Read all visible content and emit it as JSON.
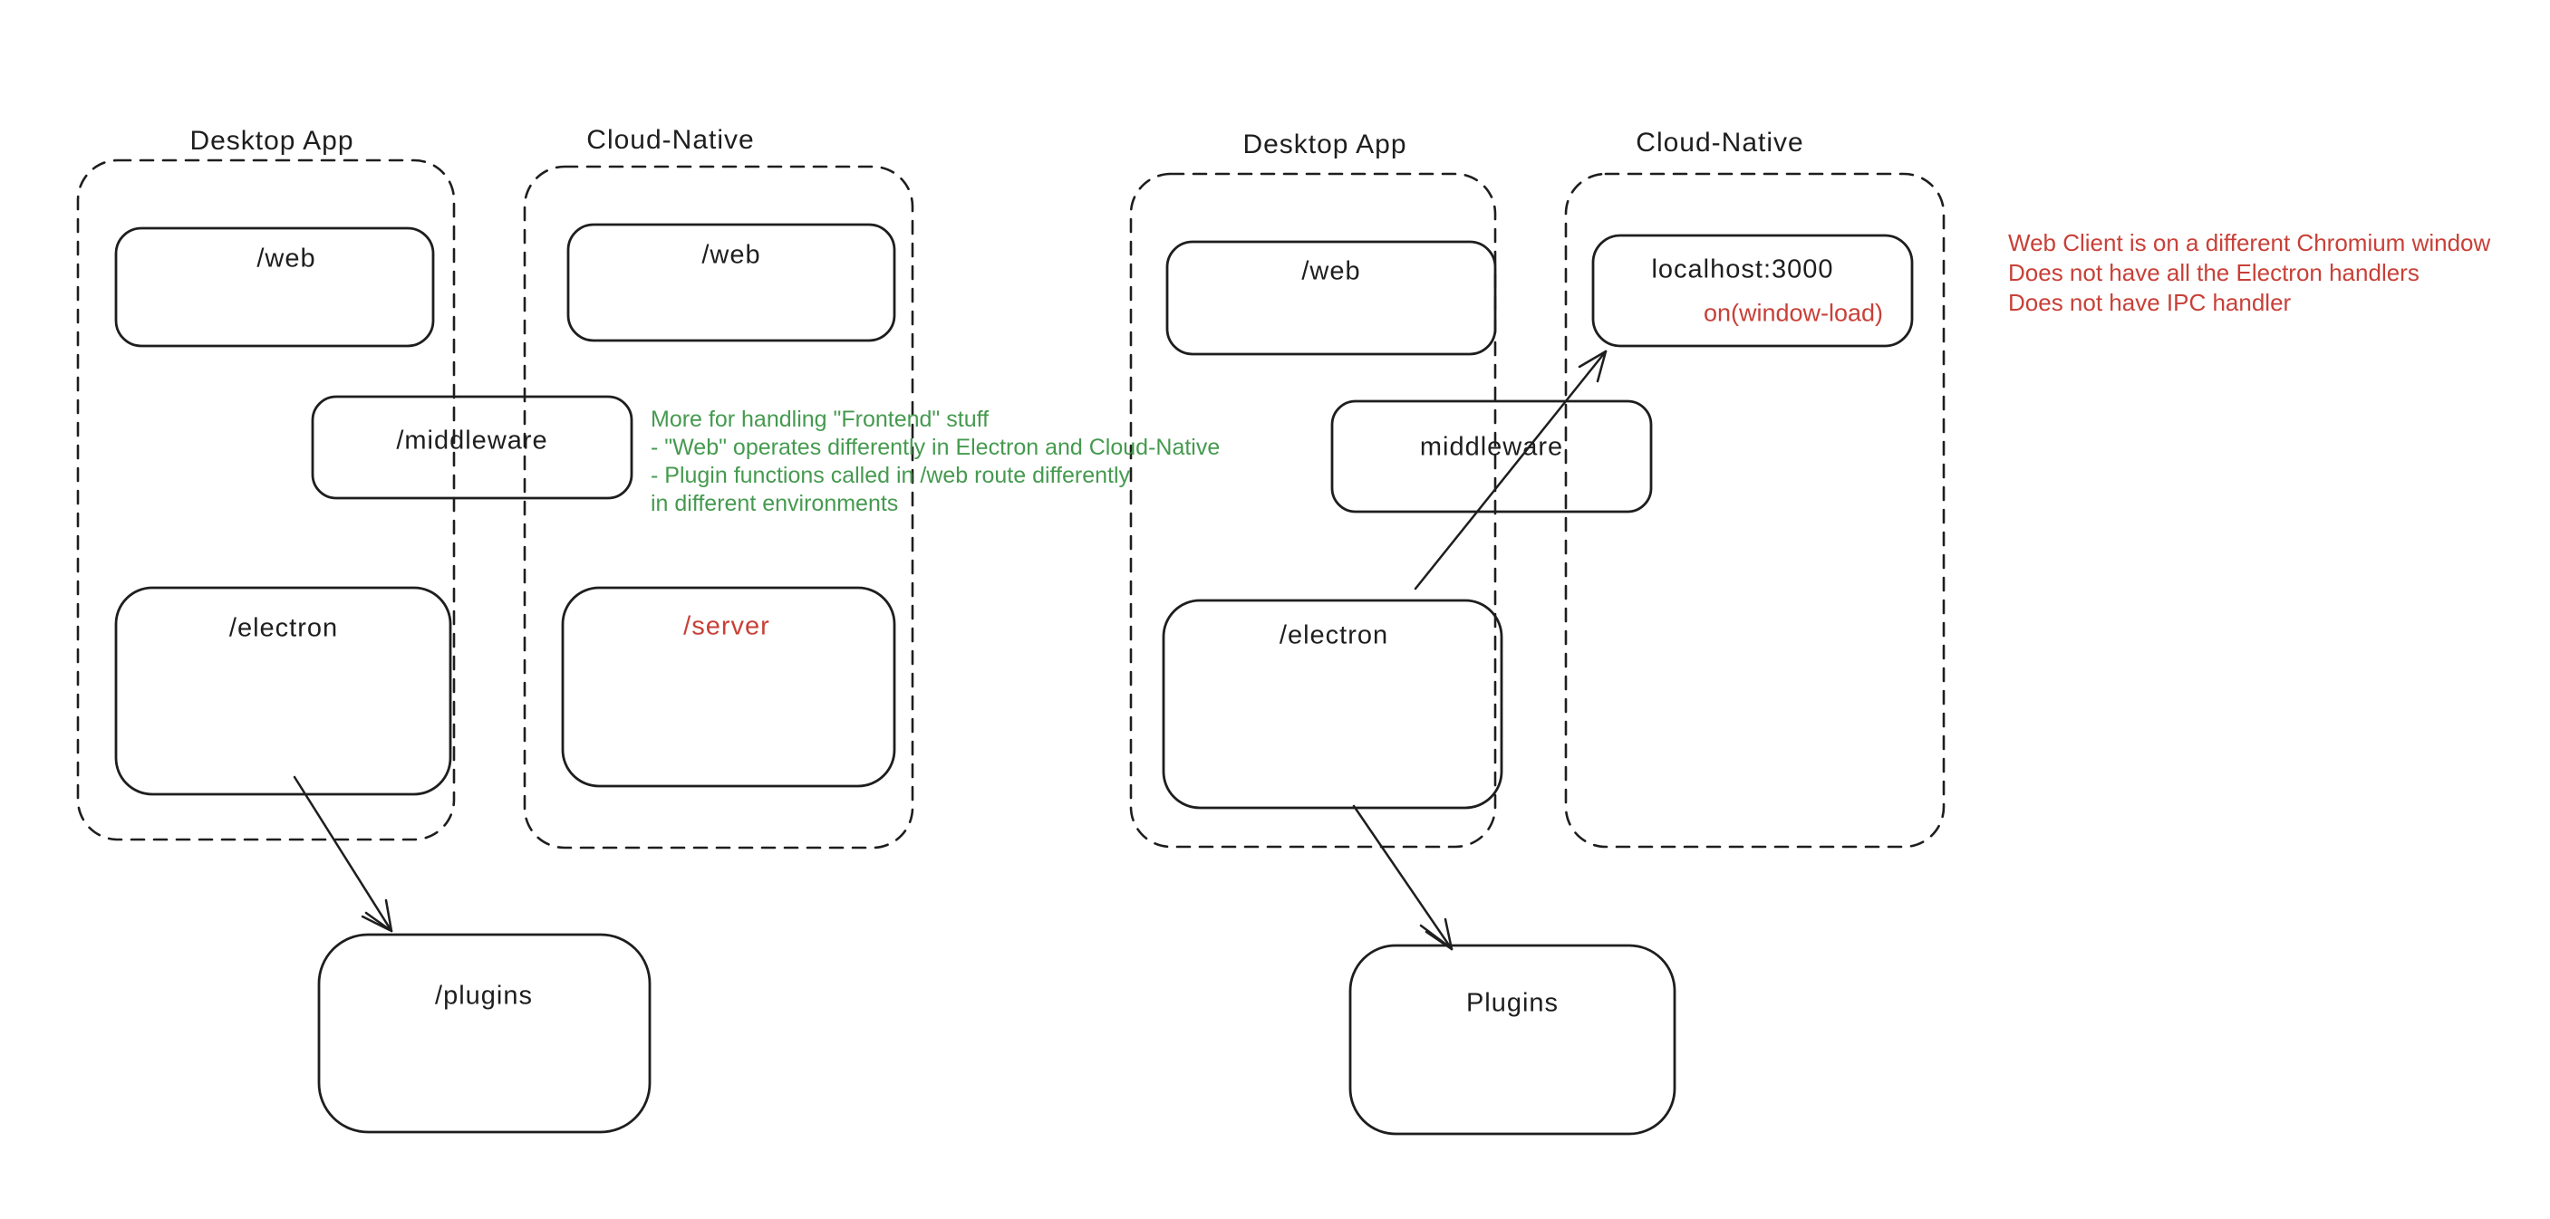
{
  "colors": {
    "ink": "#1e1e1e",
    "annotation_green": "#459a4f",
    "annotation_red": "#c84038",
    "background": "#ffffff"
  },
  "left_diagram": {
    "desktop_container_title": "Desktop App",
    "cloud_container_title": "Cloud-Native",
    "boxes": {
      "web_desktop": "/web",
      "web_cloud": "/web",
      "middleware": "/middleware",
      "electron": "/electron",
      "server": "/server",
      "plugins": "/plugins"
    },
    "note_green": {
      "lines": [
        "More for handling \"Frontend\" stuff",
        "- \"Web\" operates differently in Electron and Cloud-Native",
        "- Plugin functions called in /web route differently",
        "in different environments"
      ]
    }
  },
  "right_diagram": {
    "desktop_container_title": "Desktop App",
    "cloud_container_title": "Cloud-Native",
    "boxes": {
      "web": "/web",
      "localhost": "localhost:3000",
      "localhost_event": "on(window-load)",
      "middleware": "middleware",
      "electron": "/electron",
      "plugins": "Plugins"
    },
    "note_red": {
      "lines": [
        "Web Client is on a different Chromium window",
        "Does not have all the Electron handlers",
        "Does not have IPC handler"
      ]
    }
  }
}
